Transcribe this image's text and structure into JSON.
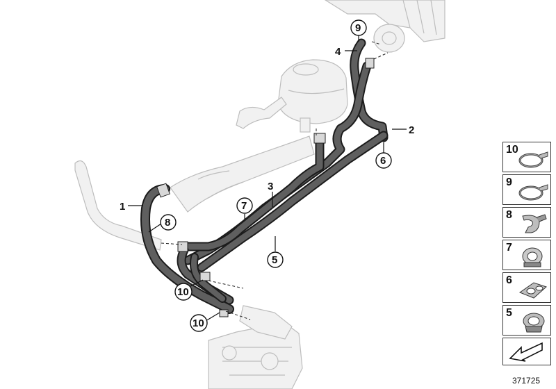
{
  "callouts": {
    "c1": "1",
    "c2": "2",
    "c3": "3",
    "c4": "4",
    "c5": "5",
    "c6": "6",
    "c7": "7",
    "c8": "8",
    "c9": "9",
    "c10a": "10",
    "c10b": "10"
  },
  "legend": {
    "items": [
      {
        "number": "10",
        "icon": "hose-clamp-icon"
      },
      {
        "number": "9",
        "icon": "hose-clamp-icon"
      },
      {
        "number": "8",
        "icon": "bracket-clip-icon"
      },
      {
        "number": "7",
        "icon": "sleeve-clip-icon"
      },
      {
        "number": "6",
        "icon": "double-clip-icon"
      },
      {
        "number": "5",
        "icon": "sleeve-clip-icon"
      }
    ],
    "nav_icon": "arrow-down-left-icon"
  },
  "reference_number": "371725"
}
